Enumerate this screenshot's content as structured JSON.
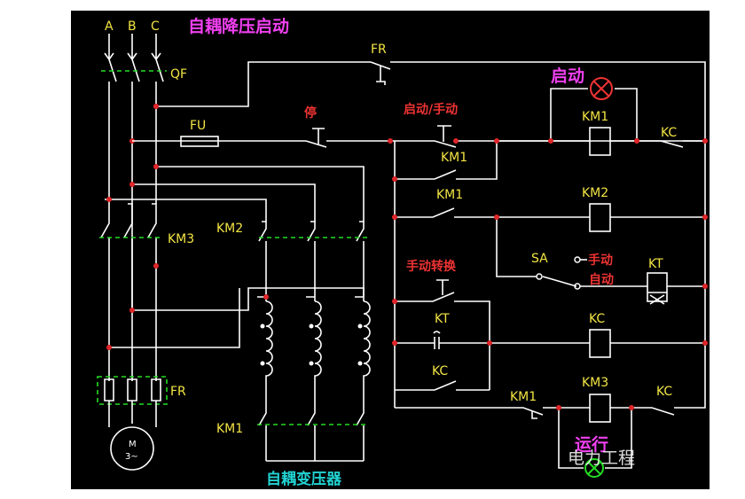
{
  "title": "自耦降压启动",
  "phases": [
    "A",
    "B",
    "C"
  ],
  "breaker_label": "QF",
  "fuse_label": "FU",
  "overload_label": "FR",
  "contactor_km1": "KM1",
  "contactor_km2": "KM2",
  "contactor_km3": "KM3",
  "relay_kt": "KT",
  "relay_kc": "KC",
  "selector_label": "SA",
  "stop_label": "停",
  "start_manual_label": "启动/手动",
  "manual_switch_label": "手动转换",
  "manual_label": "手动",
  "auto_label": "自动",
  "start_lamp_label": "启动",
  "run_lamp_label": "运行",
  "transformer_label": "自耦变压器",
  "motor_label": "M",
  "motor_sub_label": "3~",
  "watermark": "电力工程",
  "colors": {
    "background": "#000000",
    "wire": "#ffffff",
    "node": "#e0262a",
    "dashed_link": "#22dd22",
    "device_text": "#f2e443",
    "chinese_red": "#ee3333",
    "title": "#f040f0",
    "cyan": "#22d3d3"
  }
}
